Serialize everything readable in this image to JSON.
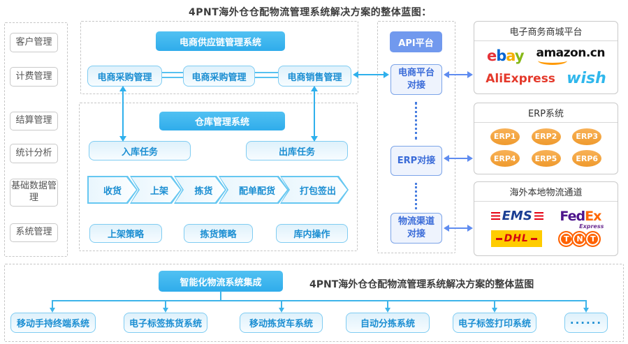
{
  "title": "4PNT海外仓仓配物流管理系统解决方案的整体蓝图：",
  "sidebar": {
    "items": [
      "客户管理",
      "计费管理",
      "结算管理",
      "统计分析",
      "基础数据管理",
      "系统管理"
    ]
  },
  "supply_chain": {
    "header": "电商供应链管理系统",
    "boxes": [
      "电商采购管理",
      "电商采购管理",
      "电商销售管理"
    ]
  },
  "warehouse": {
    "header": "仓库管理系统",
    "inbound_task": "入库任务",
    "outbound_task": "出库任务",
    "process_steps": [
      "收货",
      "上架",
      "拣货",
      "配单配货",
      "打包签出"
    ],
    "strategies": [
      "上架策略",
      "拣货策略",
      "库内操作"
    ]
  },
  "api_platform": {
    "header": "API平台",
    "nodes": [
      "电商平台对接",
      "ERP对接",
      "物流渠道对接"
    ]
  },
  "right_panels": {
    "ecommerce": {
      "title": "电子商务商城平台",
      "ebay_letters": [
        "e",
        "b",
        "a",
        "y"
      ],
      "amazon": "amazon.cn",
      "aliexpress": "AliExpress",
      "wish": "wish"
    },
    "erp": {
      "title": "ERP系统",
      "items": [
        "ERP1",
        "ERP2",
        "ERP3",
        "ERP4",
        "ERP5",
        "ERP6"
      ]
    },
    "logistics": {
      "title": "海外本地物流通道",
      "ems": "EMS",
      "fedex": {
        "fed": "Fed",
        "ex": "Ex",
        "express": "Express"
      },
      "dhl": "DHL",
      "tnt_letters": [
        "T",
        "N",
        "T"
      ]
    }
  },
  "bottom": {
    "header": "智能化物流系统集成",
    "caption": "4PNT海外仓仓配物流管理系统解决方案的整体蓝图",
    "systems": [
      "移动手持终端系统",
      "电子标签拣货系统",
      "移动拣货车系统",
      "自动分拣系统",
      "电子标签打印系统",
      "······"
    ]
  },
  "colors": {
    "cyan_accent": "#2fb0ec",
    "periwinkle_accent": "#5f8cf0",
    "node_text_blue": "#1b8ed2",
    "api_text_blue": "#3a6bd8",
    "erp_orange": "#f0a13a",
    "ebay": [
      "#e53238",
      "#0064d2",
      "#f5af02",
      "#86b817"
    ],
    "amazon_smile": "#ff9900",
    "aliexpress_red": "#e4392b",
    "wish_blue": "#2fb7ec",
    "ems_blue": "#1b3e93",
    "fedex_purple": "#4d148c",
    "fedex_orange": "#ff6600",
    "dhl_yellow": "#ffcc00",
    "dhl_red": "#d40511",
    "tnt_orange": "#ff6200"
  }
}
